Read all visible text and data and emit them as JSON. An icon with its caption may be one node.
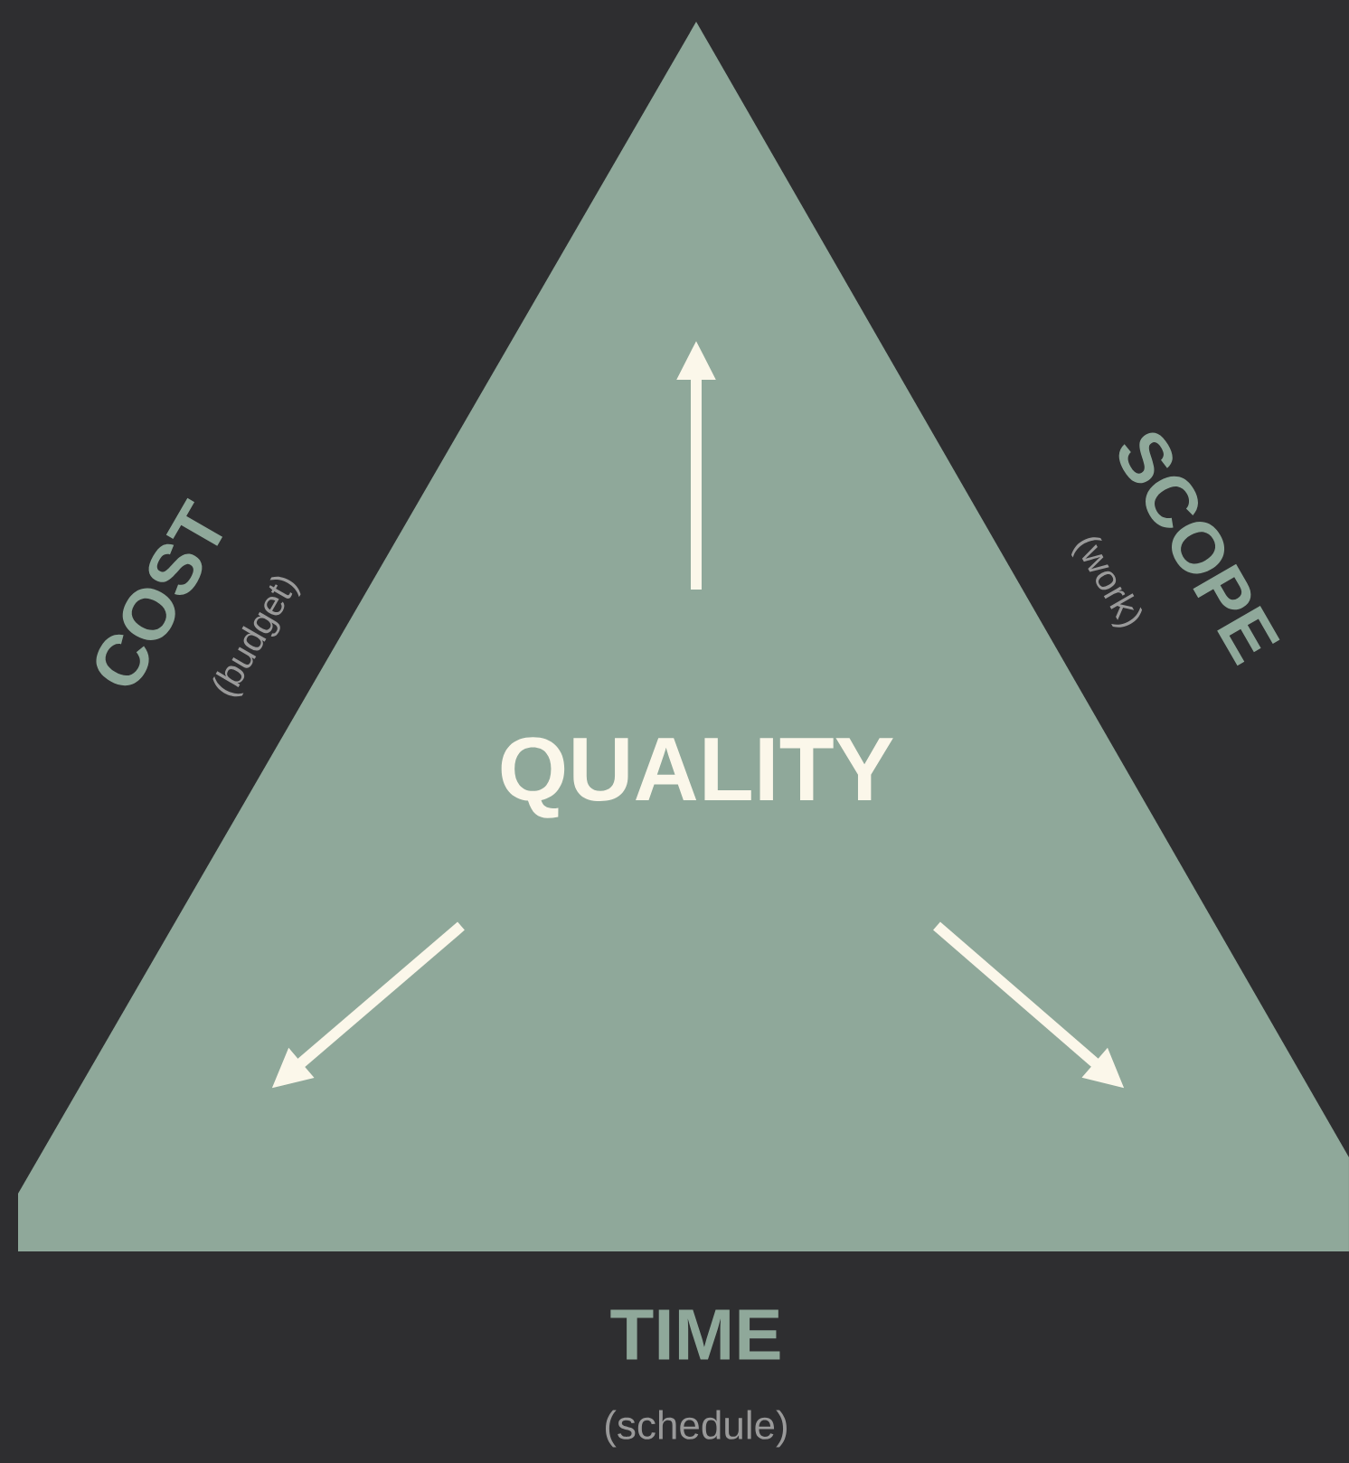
{
  "diagram": {
    "nodes": [
      {
        "text": [
          "QUALITY"
        ]
      }
    ],
    "labels": [
      "COST",
      "(budget)",
      "SCOPE",
      "(work)",
      "TIME",
      "(schedule)"
    ]
  }
}
